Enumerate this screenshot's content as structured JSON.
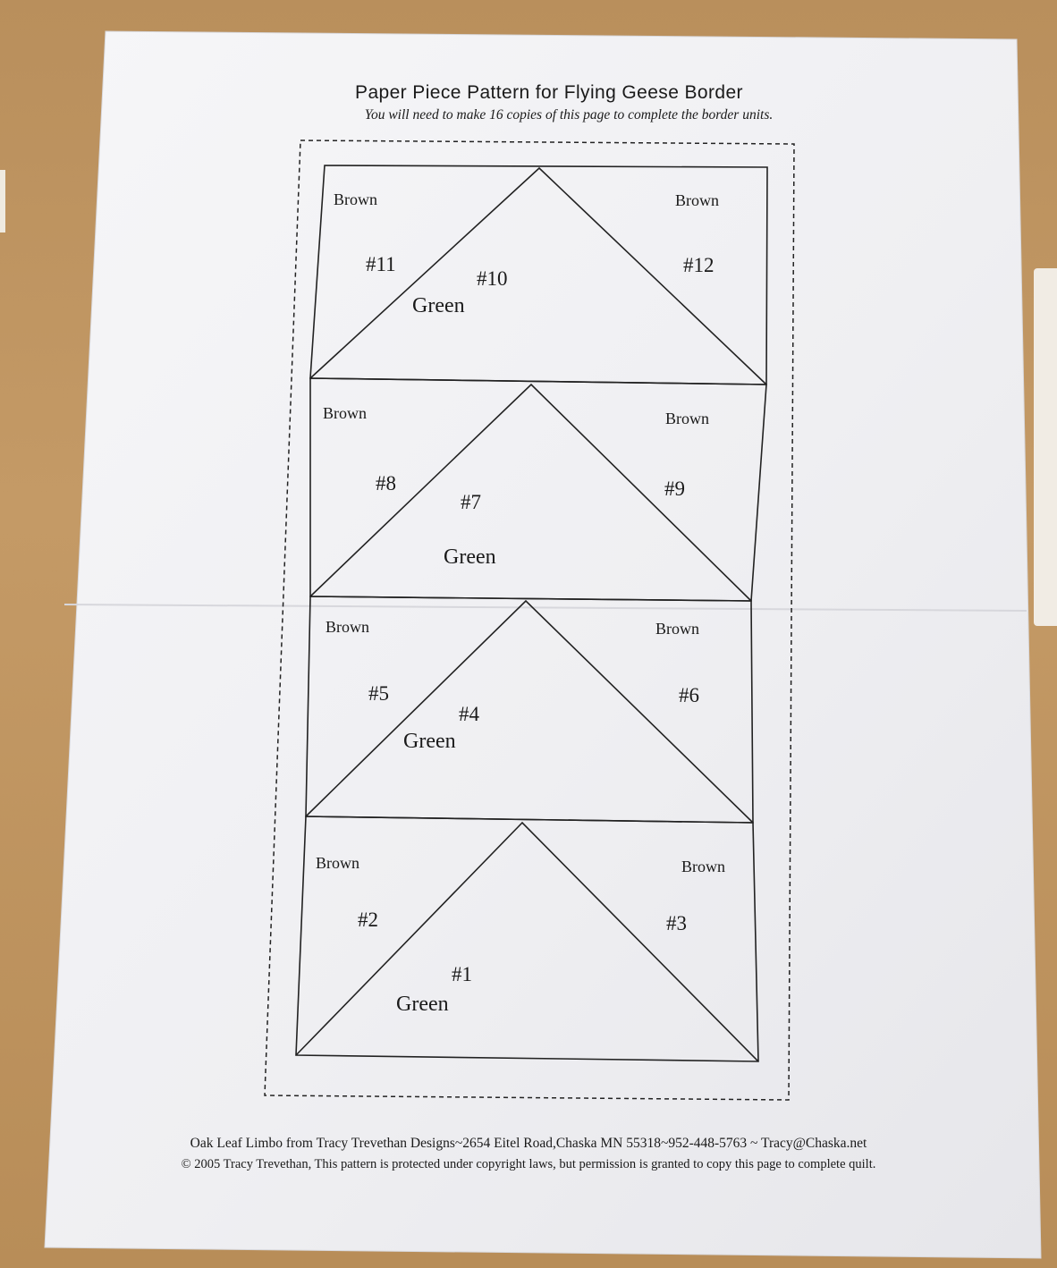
{
  "sheet": {
    "title": "Paper Piece Pattern for Flying Geese Border",
    "subtitle": "You will need to make 16 copies of this page to complete the border units."
  },
  "blocks": [
    {
      "left_color": "Brown",
      "right_color": "Brown",
      "left_piece": "#11",
      "center_piece": "#10",
      "center_color": "Green",
      "right_piece": "#12"
    },
    {
      "left_color": "Brown",
      "right_color": "Brown",
      "left_piece": "#8",
      "center_piece": "#7",
      "center_color": "Green",
      "right_piece": "#9"
    },
    {
      "left_color": "Brown",
      "right_color": "Brown",
      "left_piece": "#5",
      "center_piece": "#4",
      "center_color": "Green",
      "right_piece": "#6"
    },
    {
      "left_color": "Brown",
      "right_color": "Brown",
      "left_piece": "#2",
      "center_piece": "#1",
      "center_color": "Green",
      "right_piece": "#3"
    }
  ],
  "footer": {
    "line1": "Oak Leaf Limbo from Tracy Trevethan Designs~2654 Eitel Road,Chaska MN 55318~952-448-5763 ~ Tracy@Chaska.net",
    "line2": "© 2005 Tracy Trevethan, This pattern is protected under copyright laws, but permission is granted to copy this page to complete quilt."
  },
  "colors": {
    "table": "#c09560",
    "paper": "#f3f3f5",
    "ink": "#1a1a1a"
  }
}
